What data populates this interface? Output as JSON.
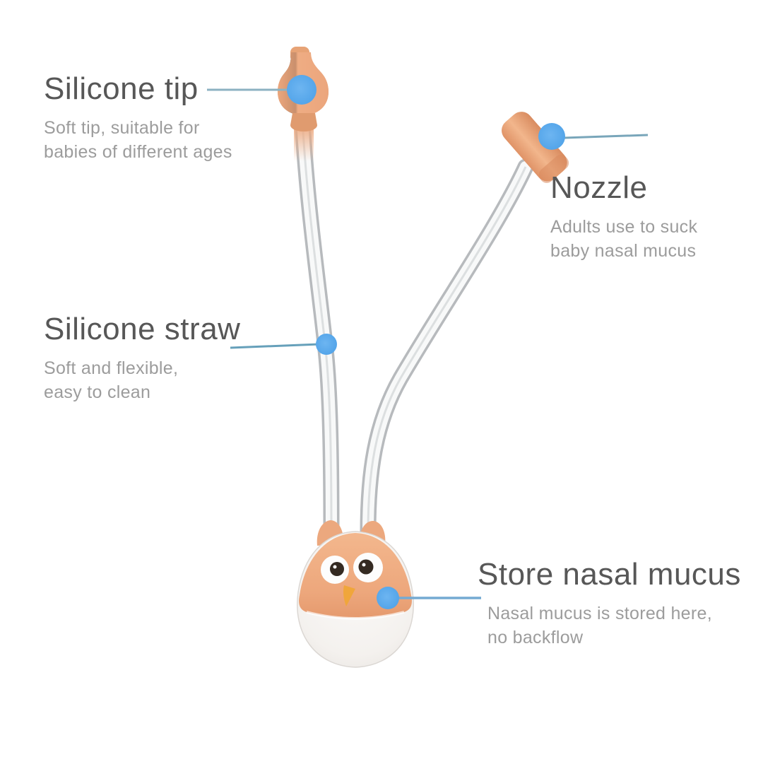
{
  "figure": {
    "type": "annotated-product-diagram",
    "subject": "baby nasal aspirator with owl-shaped mucus collector"
  },
  "colors": {
    "background": "#ffffff",
    "callout_dot": "#55a7ec",
    "leader_line": "#7fadc6",
    "heading_text": "#575757",
    "description_text": "#9c9c9c",
    "product_peach": "#eda980",
    "product_peach_dark": "#dd9168",
    "tube_edge": "#b7babd",
    "tube_fill": "#f8f9f9",
    "collector_cup": "#f6f4f1",
    "beak_yellow": "#f0a63b"
  },
  "callouts": [
    {
      "id": "silicone-tip",
      "title": "Silicone tip",
      "lines": [
        "Soft tip, suitable for",
        "babies of different ages"
      ]
    },
    {
      "id": "nozzle",
      "title": "Nozzle",
      "lines": [
        "Adults use to suck",
        "baby nasal mucus"
      ]
    },
    {
      "id": "silicone-straw",
      "title": "Silicone straw",
      "lines": [
        "Soft and flexible,",
        "easy to clean"
      ]
    },
    {
      "id": "store-nasal-mucus",
      "title": "Store nasal mucus",
      "lines": [
        "Nasal mucus is stored here,",
        "no backflow"
      ]
    }
  ]
}
